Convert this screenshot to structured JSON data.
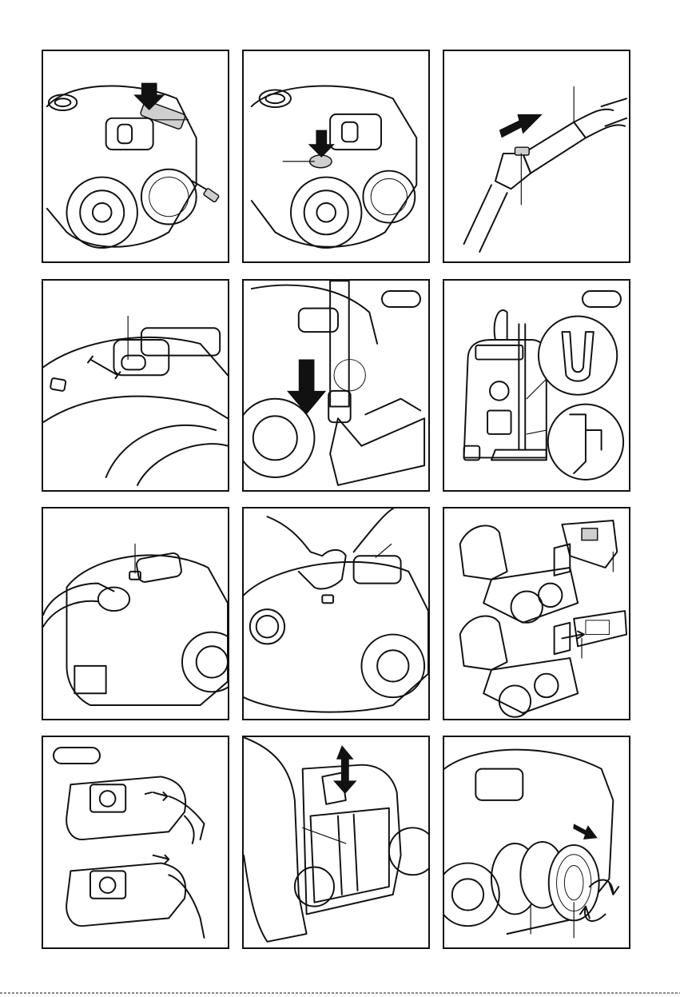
{
  "page": {
    "title": "",
    "figures": [
      {
        "id": "fig-1",
        "icon": "vacuum-cord-release-icon"
      },
      {
        "id": "fig-2",
        "icon": "vacuum-power-button-icon"
      },
      {
        "id": "fig-3",
        "icon": "telescopic-tube-adjust-icon"
      },
      {
        "id": "fig-4",
        "icon": "suction-regulator-slider-icon"
      },
      {
        "id": "fig-5",
        "icon": "tube-parking-icon",
        "badge": ""
      },
      {
        "id": "fig-6",
        "icon": "upright-storage-icon",
        "badge": ""
      },
      {
        "id": "fig-7",
        "icon": "bag-indicator-icon"
      },
      {
        "id": "fig-8",
        "icon": "open-cover-icon"
      },
      {
        "id": "fig-9",
        "icon": "bag-holder-insert-icon"
      },
      {
        "id": "fig-10",
        "icon": "dust-bag-slide-icon",
        "badge": ""
      },
      {
        "id": "fig-11",
        "icon": "motor-filter-lift-icon"
      },
      {
        "id": "fig-12",
        "icon": "exhaust-filter-rotate-icon"
      }
    ]
  }
}
